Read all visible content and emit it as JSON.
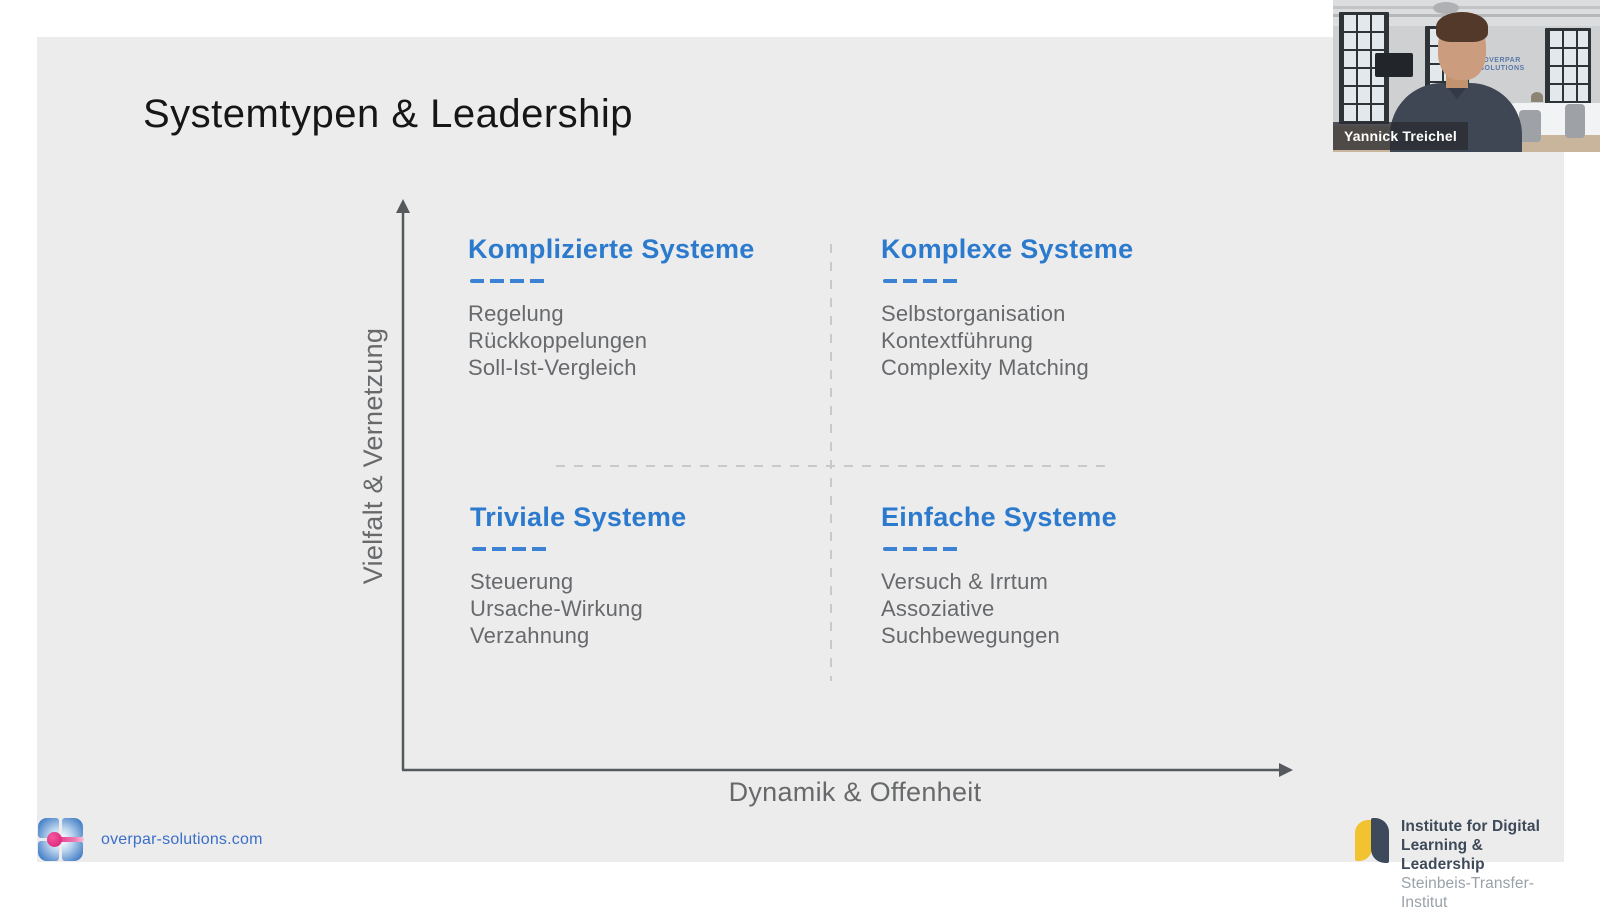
{
  "slide": {
    "title": "Systemtypen & Leadership",
    "diagram": {
      "y_axis_label": "Vielfalt & Vernetzung",
      "x_axis_label": "Dynamik & Offenheit",
      "quadrants": [
        {
          "position": "top-left",
          "title": "Komplizierte Systeme",
          "items": [
            "Regelung",
            "Rückkoppelungen",
            "Soll-Ist-Vergleich"
          ]
        },
        {
          "position": "top-right",
          "title": "Komplexe Systeme",
          "items": [
            "Selbstorganisation",
            "Kontextführung",
            "Complexity Matching"
          ]
        },
        {
          "position": "bottom-left",
          "title": "Triviale Systeme",
          "items": [
            "Steuerung",
            "Ursache-Wirkung",
            "Verzahnung"
          ]
        },
        {
          "position": "bottom-right",
          "title": "Einfache Systeme",
          "items": [
            "Versuch & Irrtum",
            "Assoziative Suchbewegungen"
          ]
        }
      ]
    },
    "footer": {
      "website": "overpar-solutions.com",
      "institute_line1": "Institute for Digital",
      "institute_line2": "Learning & Leadership",
      "institute_line3": "Steinbeis-Transfer-Institut"
    }
  },
  "webcam": {
    "presenter_name": "Yannick Treichel",
    "wall_logo_text": "OVERPAR SOLUTIONS"
  },
  "colors": {
    "accent_blue": "#2b7ace",
    "slide_background": "#ececec",
    "body_text_gray": "#67696c",
    "axis_gray": "#55595d",
    "brand_pink": "#e62a84",
    "leaf_yellow": "#f2c230",
    "leaf_dark": "#3d4a5c"
  }
}
